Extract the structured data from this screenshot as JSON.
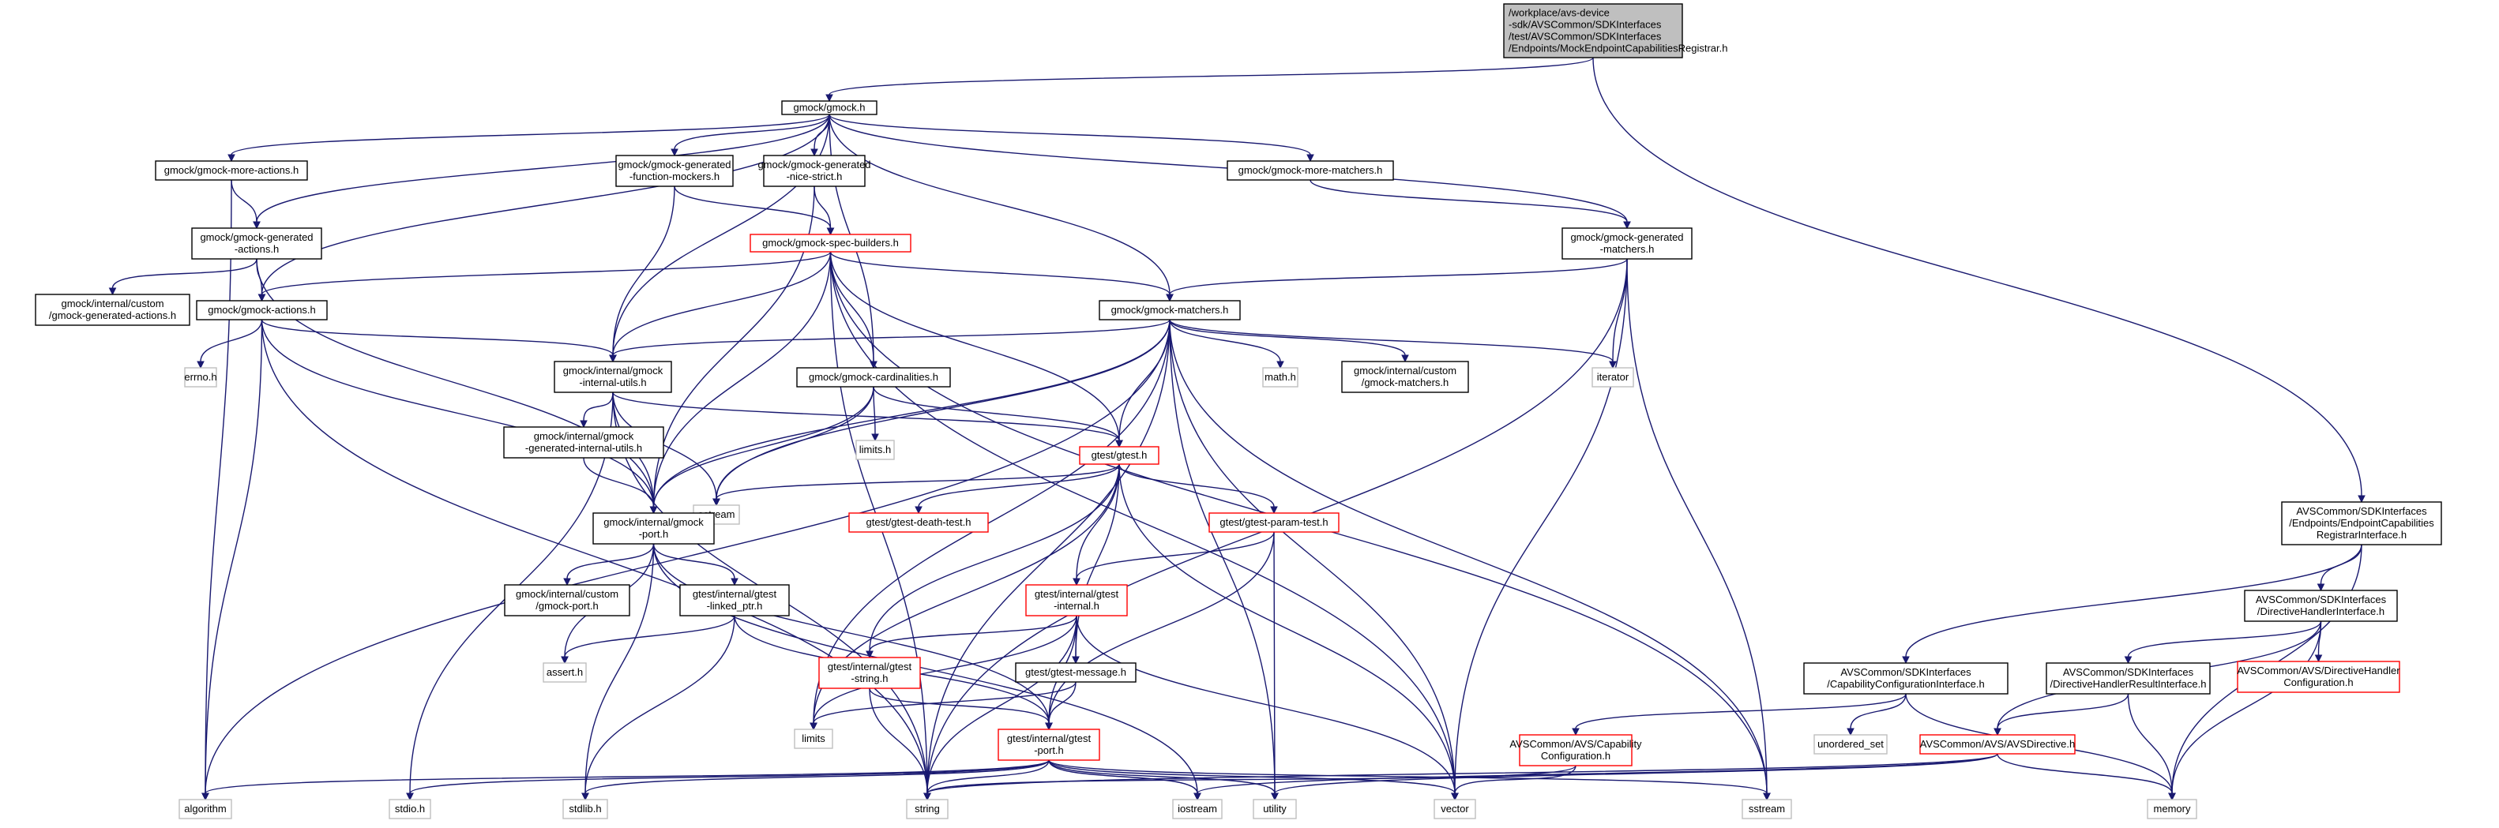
{
  "title": "Include dependency graph",
  "colors": {
    "edge": "#191970",
    "border_normal": "#000000",
    "border_missing": "#bfbfbf",
    "border_truncated": "#ff0000",
    "fill_root": "#bfbfbf",
    "fill_node": "#ffffff"
  },
  "nodes": [
    {
      "id": "root",
      "lines": [
        "/workplace/avs-device",
        "-sdk/AVSCommon/SDKInterfaces",
        "/test/AVSCommon/SDKInterfaces",
        "/Endpoints/MockEndpointCapabilitiesRegistrar.h"
      ],
      "kind": "root"
    },
    {
      "id": "gmock_h",
      "lines": [
        "gmock/gmock.h"
      ],
      "kind": "normal"
    },
    {
      "id": "more_actions",
      "lines": [
        "gmock/gmock-more-actions.h"
      ],
      "kind": "normal"
    },
    {
      "id": "gen_func_mockers",
      "lines": [
        "gmock/gmock-generated",
        "-function-mockers.h"
      ],
      "kind": "normal"
    },
    {
      "id": "gen_nice_strict",
      "lines": [
        "gmock/gmock-generated",
        "-nice-strict.h"
      ],
      "kind": "normal"
    },
    {
      "id": "more_matchers",
      "lines": [
        "gmock/gmock-more-matchers.h"
      ],
      "kind": "normal"
    },
    {
      "id": "gen_actions",
      "lines": [
        "gmock/gmock-generated",
        "-actions.h"
      ],
      "kind": "normal"
    },
    {
      "id": "spec_builders",
      "lines": [
        "gmock/gmock-spec-builders.h"
      ],
      "kind": "truncated"
    },
    {
      "id": "gen_matchers",
      "lines": [
        "gmock/gmock-generated",
        "-matchers.h"
      ],
      "kind": "normal"
    },
    {
      "id": "custom_gen_actions",
      "lines": [
        "gmock/internal/custom",
        "/gmock-generated-actions.h"
      ],
      "kind": "normal"
    },
    {
      "id": "actions",
      "lines": [
        "gmock/gmock-actions.h"
      ],
      "kind": "normal"
    },
    {
      "id": "matchers",
      "lines": [
        "gmock/gmock-matchers.h"
      ],
      "kind": "normal"
    },
    {
      "id": "errno",
      "lines": [
        "errno.h"
      ],
      "kind": "missing"
    },
    {
      "id": "internal_utils",
      "lines": [
        "gmock/internal/gmock",
        "-internal-utils.h"
      ],
      "kind": "normal"
    },
    {
      "id": "cardinalities",
      "lines": [
        "gmock/gmock-cardinalities.h"
      ],
      "kind": "normal"
    },
    {
      "id": "math",
      "lines": [
        "math.h"
      ],
      "kind": "missing"
    },
    {
      "id": "custom_matchers",
      "lines": [
        "gmock/internal/custom",
        "/gmock-matchers.h"
      ],
      "kind": "normal"
    },
    {
      "id": "iterator",
      "lines": [
        "iterator"
      ],
      "kind": "missing"
    },
    {
      "id": "gen_internal_utils",
      "lines": [
        "gmock/internal/gmock",
        "-generated-internal-utils.h"
      ],
      "kind": "normal"
    },
    {
      "id": "limits_h",
      "lines": [
        "limits.h"
      ],
      "kind": "missing"
    },
    {
      "id": "gtest_h",
      "lines": [
        "gtest/gtest.h"
      ],
      "kind": "truncated"
    },
    {
      "id": "ostream",
      "lines": [
        "ostream"
      ],
      "kind": "missing"
    },
    {
      "id": "death_test",
      "lines": [
        "gtest/gtest-death-test.h"
      ],
      "kind": "truncated"
    },
    {
      "id": "param_test",
      "lines": [
        "gtest/gtest-param-test.h"
      ],
      "kind": "truncated"
    },
    {
      "id": "gmock_port",
      "lines": [
        "gmock/internal/gmock",
        "-port.h"
      ],
      "kind": "normal"
    },
    {
      "id": "registrar_iface",
      "lines": [
        "AVSCommon/SDKInterfaces",
        "/Endpoints/EndpointCapabilities",
        "RegistrarInterface.h"
      ],
      "kind": "normal"
    },
    {
      "id": "custom_port",
      "lines": [
        "gmock/internal/custom",
        "/gmock-port.h"
      ],
      "kind": "normal"
    },
    {
      "id": "linked_ptr",
      "lines": [
        "gtest/internal/gtest",
        "-linked_ptr.h"
      ],
      "kind": "normal"
    },
    {
      "id": "gtest_internal",
      "lines": [
        "gtest/internal/gtest",
        "-internal.h"
      ],
      "kind": "truncated"
    },
    {
      "id": "dir_handler_iface",
      "lines": [
        "AVSCommon/SDKInterfaces",
        "/DirectiveHandlerInterface.h"
      ],
      "kind": "normal"
    },
    {
      "id": "assert",
      "lines": [
        "assert.h"
      ],
      "kind": "missing"
    },
    {
      "id": "gtest_string",
      "lines": [
        "gtest/internal/gtest",
        "-string.h"
      ],
      "kind": "truncated"
    },
    {
      "id": "gtest_message",
      "lines": [
        "gtest/gtest-message.h"
      ],
      "kind": "normal"
    },
    {
      "id": "cap_config_iface",
      "lines": [
        "AVSCommon/SDKInterfaces",
        "/CapabilityConfigurationInterface.h"
      ],
      "kind": "normal"
    },
    {
      "id": "dir_handler_result",
      "lines": [
        "AVSCommon/SDKInterfaces",
        "/DirectiveHandlerResultInterface.h"
      ],
      "kind": "normal"
    },
    {
      "id": "dir_handler_config",
      "lines": [
        "AVSCommon/AVS/DirectiveHandler",
        "Configuration.h"
      ],
      "kind": "truncated"
    },
    {
      "id": "limits",
      "lines": [
        "limits"
      ],
      "kind": "missing"
    },
    {
      "id": "gtest_port",
      "lines": [
        "gtest/internal/gtest",
        "-port.h"
      ],
      "kind": "truncated"
    },
    {
      "id": "unordered_set",
      "lines": [
        "unordered_set"
      ],
      "kind": "missing"
    },
    {
      "id": "avs_cap_config",
      "lines": [
        "AVSCommon/AVS/Capability",
        "Configuration.h"
      ],
      "kind": "truncated"
    },
    {
      "id": "avs_directive",
      "lines": [
        "AVSCommon/AVS/AVSDirective.h"
      ],
      "kind": "truncated"
    },
    {
      "id": "algorithm",
      "lines": [
        "algorithm"
      ],
      "kind": "missing"
    },
    {
      "id": "stdio",
      "lines": [
        "stdio.h"
      ],
      "kind": "missing"
    },
    {
      "id": "stdlib",
      "lines": [
        "stdlib.h"
      ],
      "kind": "missing"
    },
    {
      "id": "string",
      "lines": [
        "string"
      ],
      "kind": "missing"
    },
    {
      "id": "iostream",
      "lines": [
        "iostream"
      ],
      "kind": "missing"
    },
    {
      "id": "utility",
      "lines": [
        "utility"
      ],
      "kind": "missing"
    },
    {
      "id": "vector",
      "lines": [
        "vector"
      ],
      "kind": "missing"
    },
    {
      "id": "sstream",
      "lines": [
        "sstream"
      ],
      "kind": "missing"
    },
    {
      "id": "memory",
      "lines": [
        "memory"
      ],
      "kind": "missing"
    }
  ],
  "edges": [
    [
      "root",
      "gmock_h"
    ],
    [
      "root",
      "registrar_iface"
    ],
    [
      "gmock_h",
      "more_actions"
    ],
    [
      "gmock_h",
      "gen_func_mockers"
    ],
    [
      "gmock_h",
      "gen_nice_strict"
    ],
    [
      "gmock_h",
      "more_matchers"
    ],
    [
      "gmock_h",
      "gen_actions"
    ],
    [
      "gmock_h",
      "gen_matchers"
    ],
    [
      "gmock_h",
      "actions"
    ],
    [
      "gmock_h",
      "matchers"
    ],
    [
      "gmock_h",
      "internal_utils"
    ],
    [
      "gmock_h",
      "cardinalities"
    ],
    [
      "more_actions",
      "gen_actions"
    ],
    [
      "more_actions",
      "algorithm"
    ],
    [
      "gen_func_mockers",
      "spec_builders"
    ],
    [
      "gen_func_mockers",
      "internal_utils"
    ],
    [
      "gen_nice_strict",
      "spec_builders"
    ],
    [
      "gen_nice_strict",
      "gmock_port"
    ],
    [
      "more_matchers",
      "gen_matchers"
    ],
    [
      "gen_actions",
      "custom_gen_actions"
    ],
    [
      "gen_actions",
      "actions"
    ],
    [
      "gen_actions",
      "gmock_port"
    ],
    [
      "spec_builders",
      "actions"
    ],
    [
      "spec_builders",
      "matchers"
    ],
    [
      "spec_builders",
      "internal_utils"
    ],
    [
      "spec_builders",
      "cardinalities"
    ],
    [
      "spec_builders",
      "gtest_h"
    ],
    [
      "spec_builders",
      "gmock_port"
    ],
    [
      "spec_builders",
      "string"
    ],
    [
      "spec_builders",
      "vector"
    ],
    [
      "spec_builders",
      "sstream"
    ],
    [
      "gen_matchers",
      "matchers"
    ],
    [
      "gen_matchers",
      "iterator"
    ],
    [
      "gen_matchers",
      "string"
    ],
    [
      "gen_matchers",
      "vector"
    ],
    [
      "gen_matchers",
      "sstream"
    ],
    [
      "actions",
      "errno"
    ],
    [
      "actions",
      "internal_utils"
    ],
    [
      "actions",
      "gmock_port"
    ],
    [
      "actions",
      "algorithm"
    ],
    [
      "actions",
      "string"
    ],
    [
      "matchers",
      "math"
    ],
    [
      "matchers",
      "custom_matchers"
    ],
    [
      "matchers",
      "iterator"
    ],
    [
      "matchers",
      "internal_utils"
    ],
    [
      "matchers",
      "gtest_h"
    ],
    [
      "matchers",
      "ostream"
    ],
    [
      "matchers",
      "gmock_port"
    ],
    [
      "matchers",
      "algorithm"
    ],
    [
      "matchers",
      "limits"
    ],
    [
      "matchers",
      "string"
    ],
    [
      "matchers",
      "utility"
    ],
    [
      "matchers",
      "vector"
    ],
    [
      "matchers",
      "sstream"
    ],
    [
      "internal_utils",
      "gen_internal_utils"
    ],
    [
      "internal_utils",
      "gtest_h"
    ],
    [
      "internal_utils",
      "ostream"
    ],
    [
      "internal_utils",
      "gmock_port"
    ],
    [
      "internal_utils",
      "stdio"
    ],
    [
      "internal_utils",
      "string"
    ],
    [
      "cardinalities",
      "limits_h"
    ],
    [
      "cardinalities",
      "gtest_h"
    ],
    [
      "cardinalities",
      "ostream"
    ],
    [
      "cardinalities",
      "gmock_port"
    ],
    [
      "gen_internal_utils",
      "gmock_port"
    ],
    [
      "gtest_h",
      "ostream"
    ],
    [
      "gtest_h",
      "death_test"
    ],
    [
      "gtest_h",
      "param_test"
    ],
    [
      "gtest_h",
      "gtest_internal"
    ],
    [
      "gtest_h",
      "gtest_string"
    ],
    [
      "gtest_h",
      "gtest_message"
    ],
    [
      "gtest_h",
      "limits"
    ],
    [
      "gtest_h",
      "vector"
    ],
    [
      "param_test",
      "gtest_internal"
    ],
    [
      "param_test",
      "gtest_port"
    ],
    [
      "param_test",
      "utility"
    ],
    [
      "gmock_port",
      "custom_port"
    ],
    [
      "gmock_port",
      "linked_ptr"
    ],
    [
      "gmock_port",
      "assert"
    ],
    [
      "gmock_port",
      "gtest_port"
    ],
    [
      "gmock_port",
      "stdlib"
    ],
    [
      "gmock_port",
      "iostream"
    ],
    [
      "linked_ptr",
      "assert"
    ],
    [
      "linked_ptr",
      "gtest_port"
    ],
    [
      "linked_ptr",
      "stdlib"
    ],
    [
      "gtest_internal",
      "gtest_string"
    ],
    [
      "gtest_internal",
      "gtest_message"
    ],
    [
      "gtest_internal",
      "gtest_port"
    ],
    [
      "gtest_internal",
      "limits"
    ],
    [
      "gtest_internal",
      "string"
    ],
    [
      "gtest_internal",
      "vector"
    ],
    [
      "gtest_string",
      "gtest_port"
    ],
    [
      "gtest_string",
      "string"
    ],
    [
      "gtest_message",
      "gtest_port"
    ],
    [
      "gtest_message",
      "limits"
    ],
    [
      "gtest_port",
      "algorithm"
    ],
    [
      "gtest_port",
      "stdio"
    ],
    [
      "gtest_port",
      "stdlib"
    ],
    [
      "gtest_port",
      "string"
    ],
    [
      "gtest_port",
      "iostream"
    ],
    [
      "gtest_port",
      "utility"
    ],
    [
      "gtest_port",
      "vector"
    ],
    [
      "gtest_port",
      "sstream"
    ],
    [
      "registrar_iface",
      "cap_config_iface"
    ],
    [
      "registrar_iface",
      "dir_handler_iface"
    ],
    [
      "registrar_iface",
      "memory"
    ],
    [
      "dir_handler_iface",
      "dir_handler_result"
    ],
    [
      "dir_handler_iface",
      "dir_handler_config"
    ],
    [
      "dir_handler_iface",
      "avs_directive"
    ],
    [
      "dir_handler_iface",
      "memory"
    ],
    [
      "cap_config_iface",
      "unordered_set"
    ],
    [
      "cap_config_iface",
      "avs_cap_config"
    ],
    [
      "cap_config_iface",
      "memory"
    ],
    [
      "dir_handler_result",
      "avs_directive"
    ],
    [
      "dir_handler_result",
      "memory"
    ],
    [
      "avs_cap_config",
      "string"
    ],
    [
      "avs_cap_config",
      "vector"
    ],
    [
      "avs_directive",
      "iostream"
    ],
    [
      "avs_directive",
      "string"
    ],
    [
      "avs_directive",
      "utility"
    ],
    [
      "avs_directive",
      "memory"
    ]
  ]
}
